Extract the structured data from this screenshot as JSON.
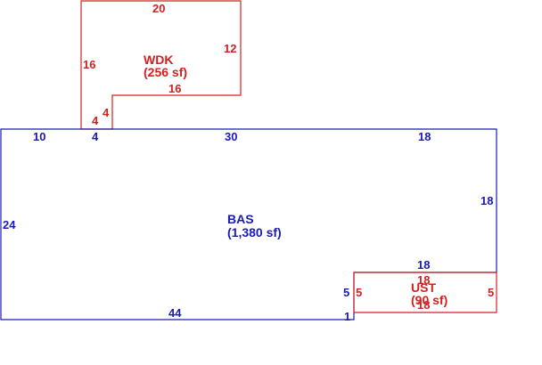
{
  "colors": {
    "bas": "#1a1ab4",
    "wdk": "#d42020",
    "ust": "#d42020",
    "background": "#ffffff"
  },
  "areas": {
    "wdk": {
      "name": "WDK",
      "area": "(256 sf)",
      "dims": {
        "top": "20",
        "right": "12",
        "left": "16",
        "bottom": "16",
        "step_v": "4",
        "step_h": "4"
      }
    },
    "bas": {
      "name": "BAS",
      "area": "(1,380 sf)",
      "dims": {
        "top_a": "10",
        "top_b": "4",
        "top_c": "30",
        "top_d": "18",
        "right": "18",
        "left": "24",
        "bottom": "44",
        "notch_v": "5",
        "notch_h": "1",
        "notch_top": "18"
      }
    },
    "ust": {
      "name": "UST",
      "area": "(90 sf)",
      "dims": {
        "top": "18",
        "bottom": "18",
        "left": "5",
        "right": "5"
      }
    }
  }
}
